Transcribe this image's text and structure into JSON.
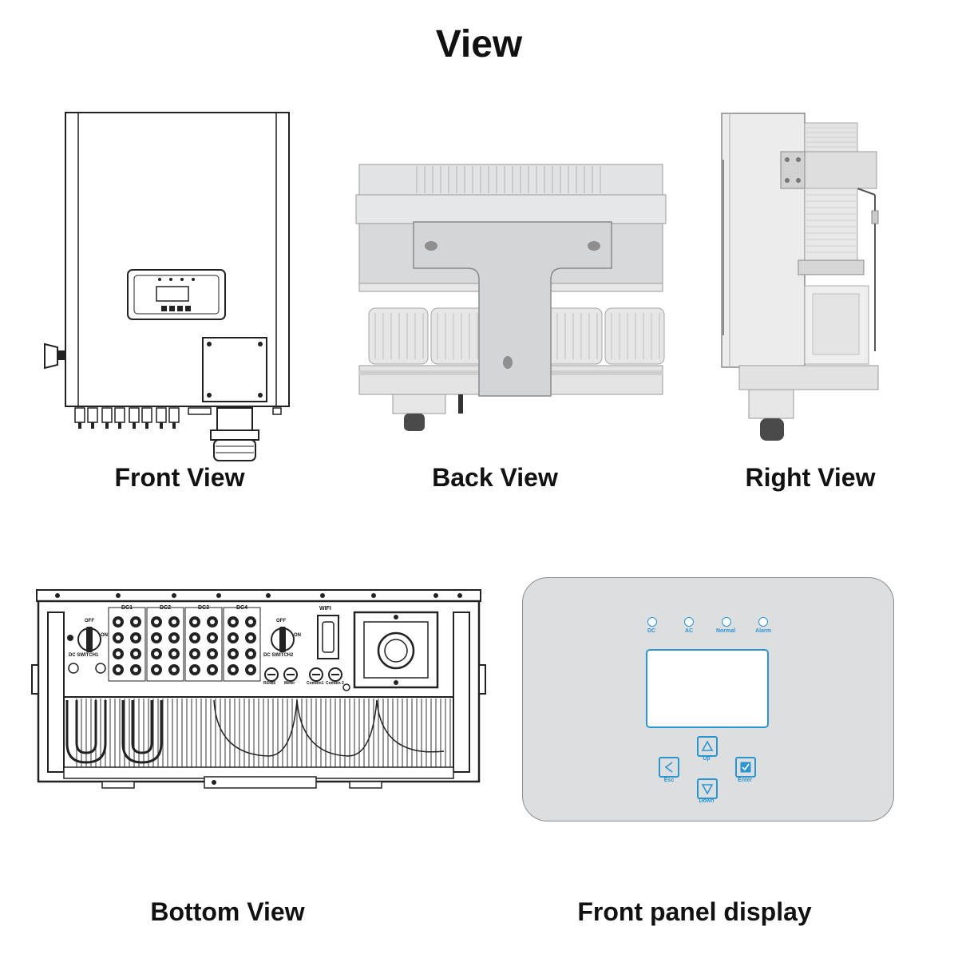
{
  "title": "View",
  "views": {
    "front": "Front View",
    "back": "Back View",
    "right": "Right View",
    "bottom": "Bottom View",
    "panel": "Front panel display"
  },
  "panel": {
    "leds": [
      "DC",
      "AC",
      "Normal",
      "Alarm"
    ],
    "keys": {
      "up": "Up",
      "esc": "Esc",
      "enter": "Enter",
      "down": "Down"
    },
    "accent": "#2a95d3",
    "body_color": "#dcdedf"
  },
  "bottom_labels": {
    "dc_groups": [
      "DC1",
      "DC2",
      "DC3",
      "DC4"
    ],
    "switch1": "DC SWITCH1",
    "switch2": "DC SWITCH2",
    "off": "OFF",
    "on": "ON",
    "wifi": "WIFI",
    "ports": [
      "RS485",
      "Meter",
      "Combin1",
      "Combin 2"
    ]
  }
}
